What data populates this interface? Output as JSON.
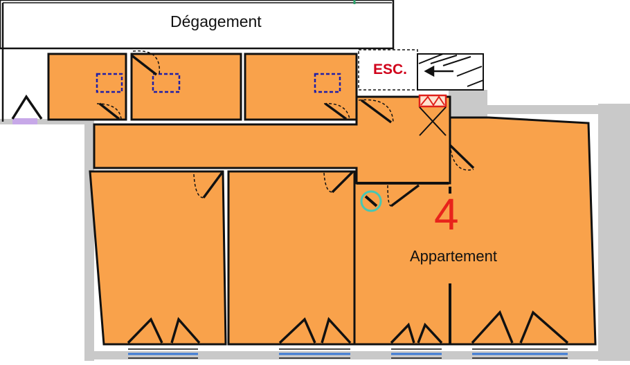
{
  "plan": {
    "corridor_label": "Dégagement",
    "stair_label": "ESC.",
    "unit_number": "4",
    "unit_label": "Appartement"
  },
  "colors": {
    "room_fill": "#f9a24b",
    "wall": "#111111",
    "outer_grey": "#c9c9c9",
    "stair_label": "#d0021b",
    "unit_number": "#e8231b",
    "window": "#3d7ad6",
    "duct": "#1e1ea8",
    "meter": "#46c7b4",
    "firebox": "#e0201a"
  },
  "icons": [
    "door-swing-icon",
    "window-icon",
    "duct-outline-icon",
    "gas-meter-icon",
    "fire-extinguisher-box-icon",
    "stair-arrow-icon"
  ]
}
